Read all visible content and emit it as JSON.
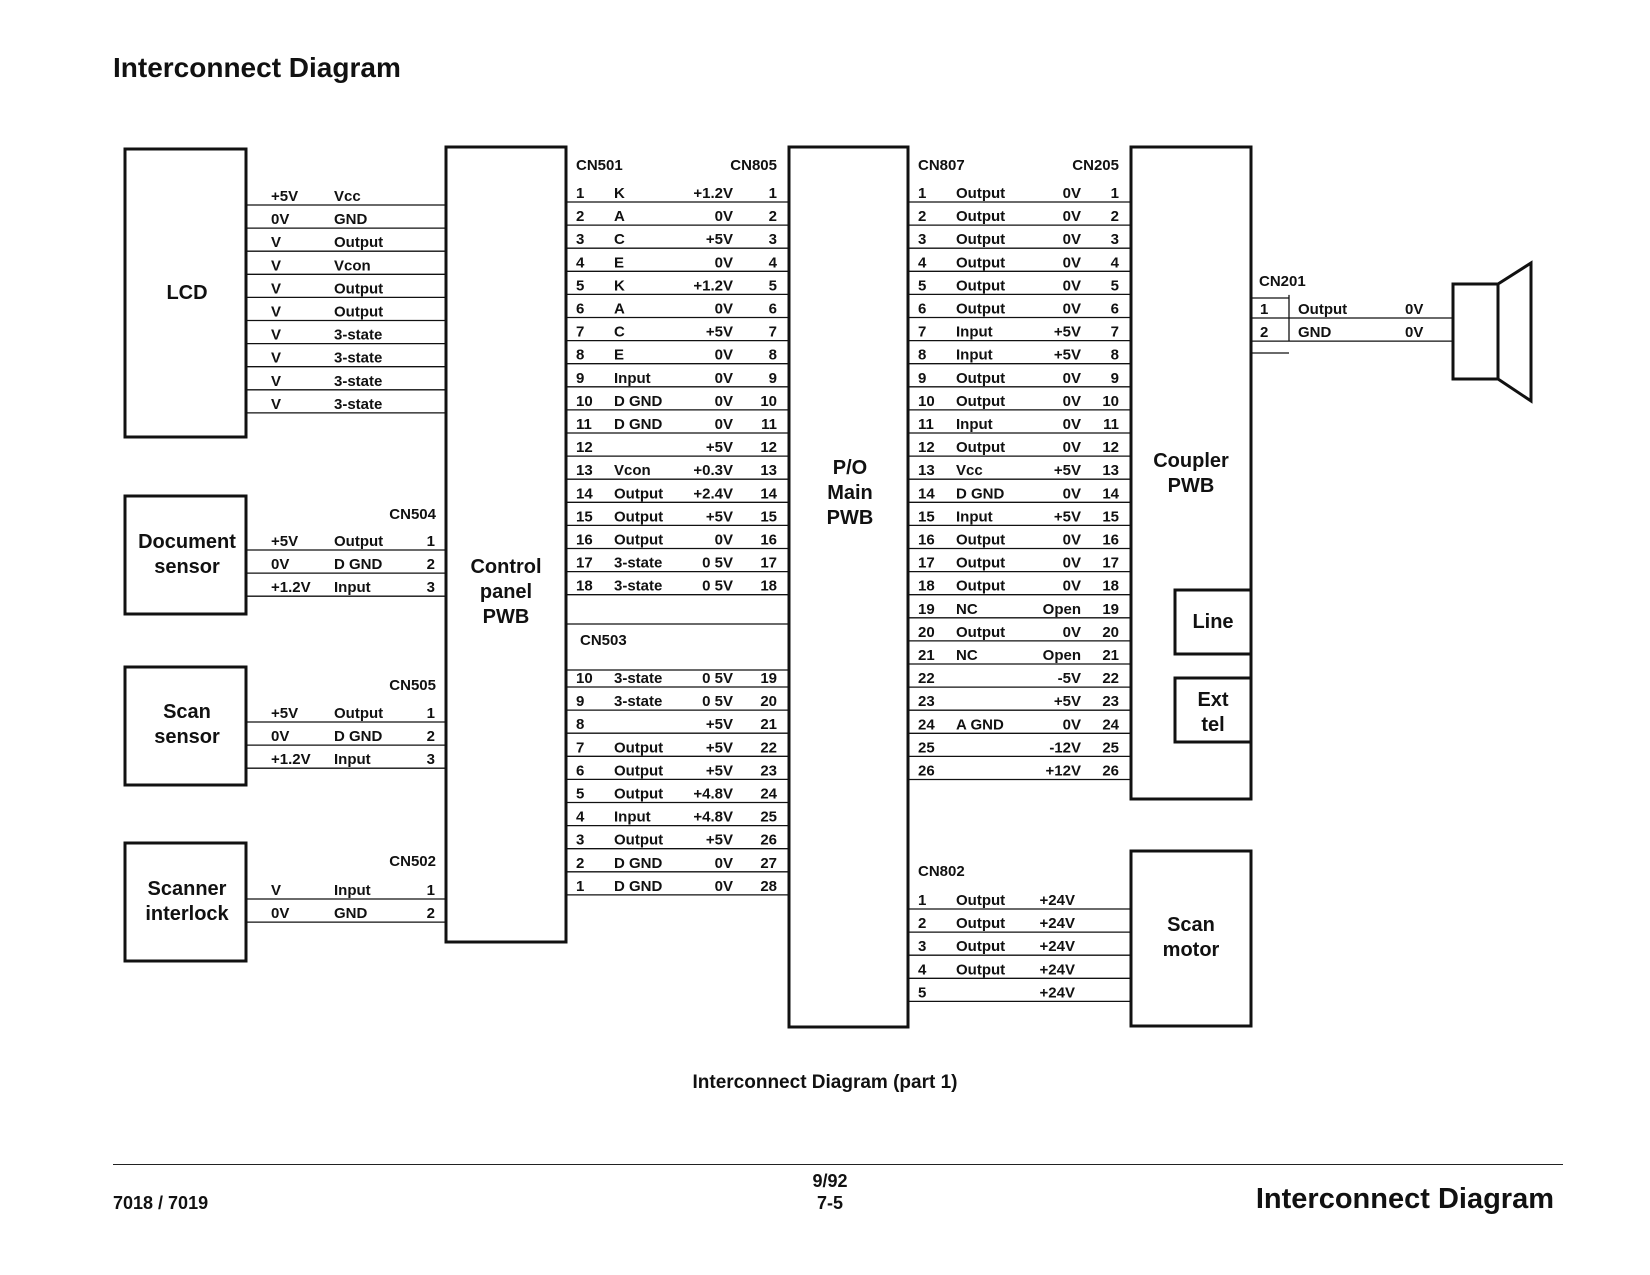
{
  "page": {
    "title": "Interconnect Diagram"
  },
  "boxes": {
    "lcd": [
      "LCD"
    ],
    "document_sensor": [
      "Document",
      "sensor"
    ],
    "scan_sensor": [
      "Scan",
      "sensor"
    ],
    "scanner_interlock": [
      "Scanner",
      "interlock"
    ],
    "control_panel": [
      "Control",
      "panel",
      "PWB"
    ],
    "po_main": [
      "P/O",
      "Main",
      "PWB"
    ],
    "coupler": [
      "Coupler",
      "PWB"
    ],
    "line": [
      "Line"
    ],
    "ext_tel": [
      "Ext",
      "tel"
    ],
    "scan_motor": [
      "Scan",
      "motor"
    ]
  },
  "tables": {
    "lcd": {
      "label": "",
      "rows": [
        [
          "+5V",
          "Vcc",
          ""
        ],
        [
          "0V",
          "GND",
          ""
        ],
        [
          "V",
          "Output",
          ""
        ],
        [
          "V",
          "Vcon",
          ""
        ],
        [
          "V",
          "Output",
          ""
        ],
        [
          "V",
          "Output",
          ""
        ],
        [
          "V",
          "3-state",
          ""
        ],
        [
          "V",
          "3-state",
          ""
        ],
        [
          "V",
          "3-state",
          ""
        ],
        [
          "V",
          "3-state",
          ""
        ]
      ]
    },
    "cn504": {
      "label": "CN504",
      "rows": [
        [
          "+5V",
          "Output",
          "1"
        ],
        [
          "0V",
          "D GND",
          "2"
        ],
        [
          "+1.2V",
          "Input",
          "3"
        ]
      ]
    },
    "cn505": {
      "label": "CN505",
      "rows": [
        [
          "+5V",
          "Output",
          "1"
        ],
        [
          "0V",
          "D GND",
          "2"
        ],
        [
          "+1.2V",
          "Input",
          "3"
        ]
      ]
    },
    "cn502": {
      "label": "CN502",
      "rows": [
        [
          "V",
          "Input",
          "1"
        ],
        [
          "0V",
          "GND",
          "2"
        ]
      ]
    },
    "cn501": {
      "label": "CN501",
      "label_right": "CN805",
      "rows": [
        [
          "1",
          "K",
          "+1.2V",
          "1"
        ],
        [
          "2",
          "A",
          "0V",
          "2"
        ],
        [
          "3",
          "C",
          "+5V",
          "3"
        ],
        [
          "4",
          "E",
          "0V",
          "4"
        ],
        [
          "5",
          "K",
          "+1.2V",
          "5"
        ],
        [
          "6",
          "A",
          "0V",
          "6"
        ],
        [
          "7",
          "C",
          "+5V",
          "7"
        ],
        [
          "8",
          "E",
          "0V",
          "8"
        ],
        [
          "9",
          "Input",
          "0V",
          "9"
        ],
        [
          "10",
          "D GND",
          "0V",
          "10"
        ],
        [
          "11",
          "D GND",
          "0V",
          "11"
        ],
        [
          "12",
          "",
          "+5V",
          "12"
        ],
        [
          "13",
          "Vcon",
          "+0.3V",
          "13"
        ],
        [
          "14",
          "Output",
          "+2.4V",
          "14"
        ],
        [
          "15",
          "Output",
          "+5V",
          "15"
        ],
        [
          "16",
          "Output",
          "0V",
          "16"
        ],
        [
          "17",
          "3-state",
          "0 5V",
          "17"
        ],
        [
          "18",
          "3-state",
          "0 5V",
          "18"
        ]
      ]
    },
    "cn503": {
      "label": "CN503",
      "rows": [
        [
          "10",
          "3-state",
          "0 5V",
          "19"
        ],
        [
          "9",
          "3-state",
          "0 5V",
          "20"
        ],
        [
          "8",
          "",
          "+5V",
          "21"
        ],
        [
          "7",
          "Output",
          "+5V",
          "22"
        ],
        [
          "6",
          "Output",
          "+5V",
          "23"
        ],
        [
          "5",
          "Output",
          "+4.8V",
          "24"
        ],
        [
          "4",
          "Input",
          "+4.8V",
          "25"
        ],
        [
          "3",
          "Output",
          "+5V",
          "26"
        ],
        [
          "2",
          "D GND",
          "0V",
          "27"
        ],
        [
          "1",
          "D GND",
          "0V",
          "28"
        ]
      ]
    },
    "cn807": {
      "label": "CN807",
      "label_right": "CN205",
      "rows": [
        [
          "1",
          "Output",
          "0V",
          "1"
        ],
        [
          "2",
          "Output",
          "0V",
          "2"
        ],
        [
          "3",
          "Output",
          "0V",
          "3"
        ],
        [
          "4",
          "Output",
          "0V",
          "4"
        ],
        [
          "5",
          "Output",
          "0V",
          "5"
        ],
        [
          "6",
          "Output",
          "0V",
          "6"
        ],
        [
          "7",
          "Input",
          "+5V",
          "7"
        ],
        [
          "8",
          "Input",
          "+5V",
          "8"
        ],
        [
          "9",
          "Output",
          "0V",
          "9"
        ],
        [
          "10",
          "Output",
          "0V",
          "10"
        ],
        [
          "11",
          "Input",
          "0V",
          "11"
        ],
        [
          "12",
          "Output",
          "0V",
          "12"
        ],
        [
          "13",
          "Vcc",
          "+5V",
          "13"
        ],
        [
          "14",
          "D GND",
          "0V",
          "14"
        ],
        [
          "15",
          "Input",
          "+5V",
          "15"
        ],
        [
          "16",
          "Output",
          "0V",
          "16"
        ],
        [
          "17",
          "Output",
          "0V",
          "17"
        ],
        [
          "18",
          "Output",
          "0V",
          "18"
        ],
        [
          "19",
          "NC",
          "Open",
          "19"
        ],
        [
          "20",
          "Output",
          "0V",
          "20"
        ],
        [
          "21",
          "NC",
          "Open",
          "21"
        ],
        [
          "22",
          "",
          "-5V",
          "22"
        ],
        [
          "23",
          "",
          "+5V",
          "23"
        ],
        [
          "24",
          "A GND",
          "0V",
          "24"
        ],
        [
          "25",
          "",
          "-12V",
          "25"
        ],
        [
          "26",
          "",
          "+12V",
          "26"
        ]
      ]
    },
    "cn802": {
      "label": "CN802",
      "rows": [
        [
          "1",
          "Output",
          "+24V"
        ],
        [
          "2",
          "Output",
          "+24V"
        ],
        [
          "3",
          "Output",
          "+24V"
        ],
        [
          "4",
          "Output",
          "+24V"
        ],
        [
          "5",
          "",
          "+24V"
        ]
      ]
    },
    "cn201": {
      "label": "CN201",
      "rows": [
        [
          "1",
          "Output",
          "0V"
        ],
        [
          "2",
          "GND",
          "0V"
        ]
      ]
    }
  },
  "caption": "Interconnect Diagram (part 1)",
  "footer": {
    "model": "7018 / 7019",
    "page_line1": "9/92",
    "page_line2": "7-5",
    "title": "Interconnect Diagram"
  }
}
